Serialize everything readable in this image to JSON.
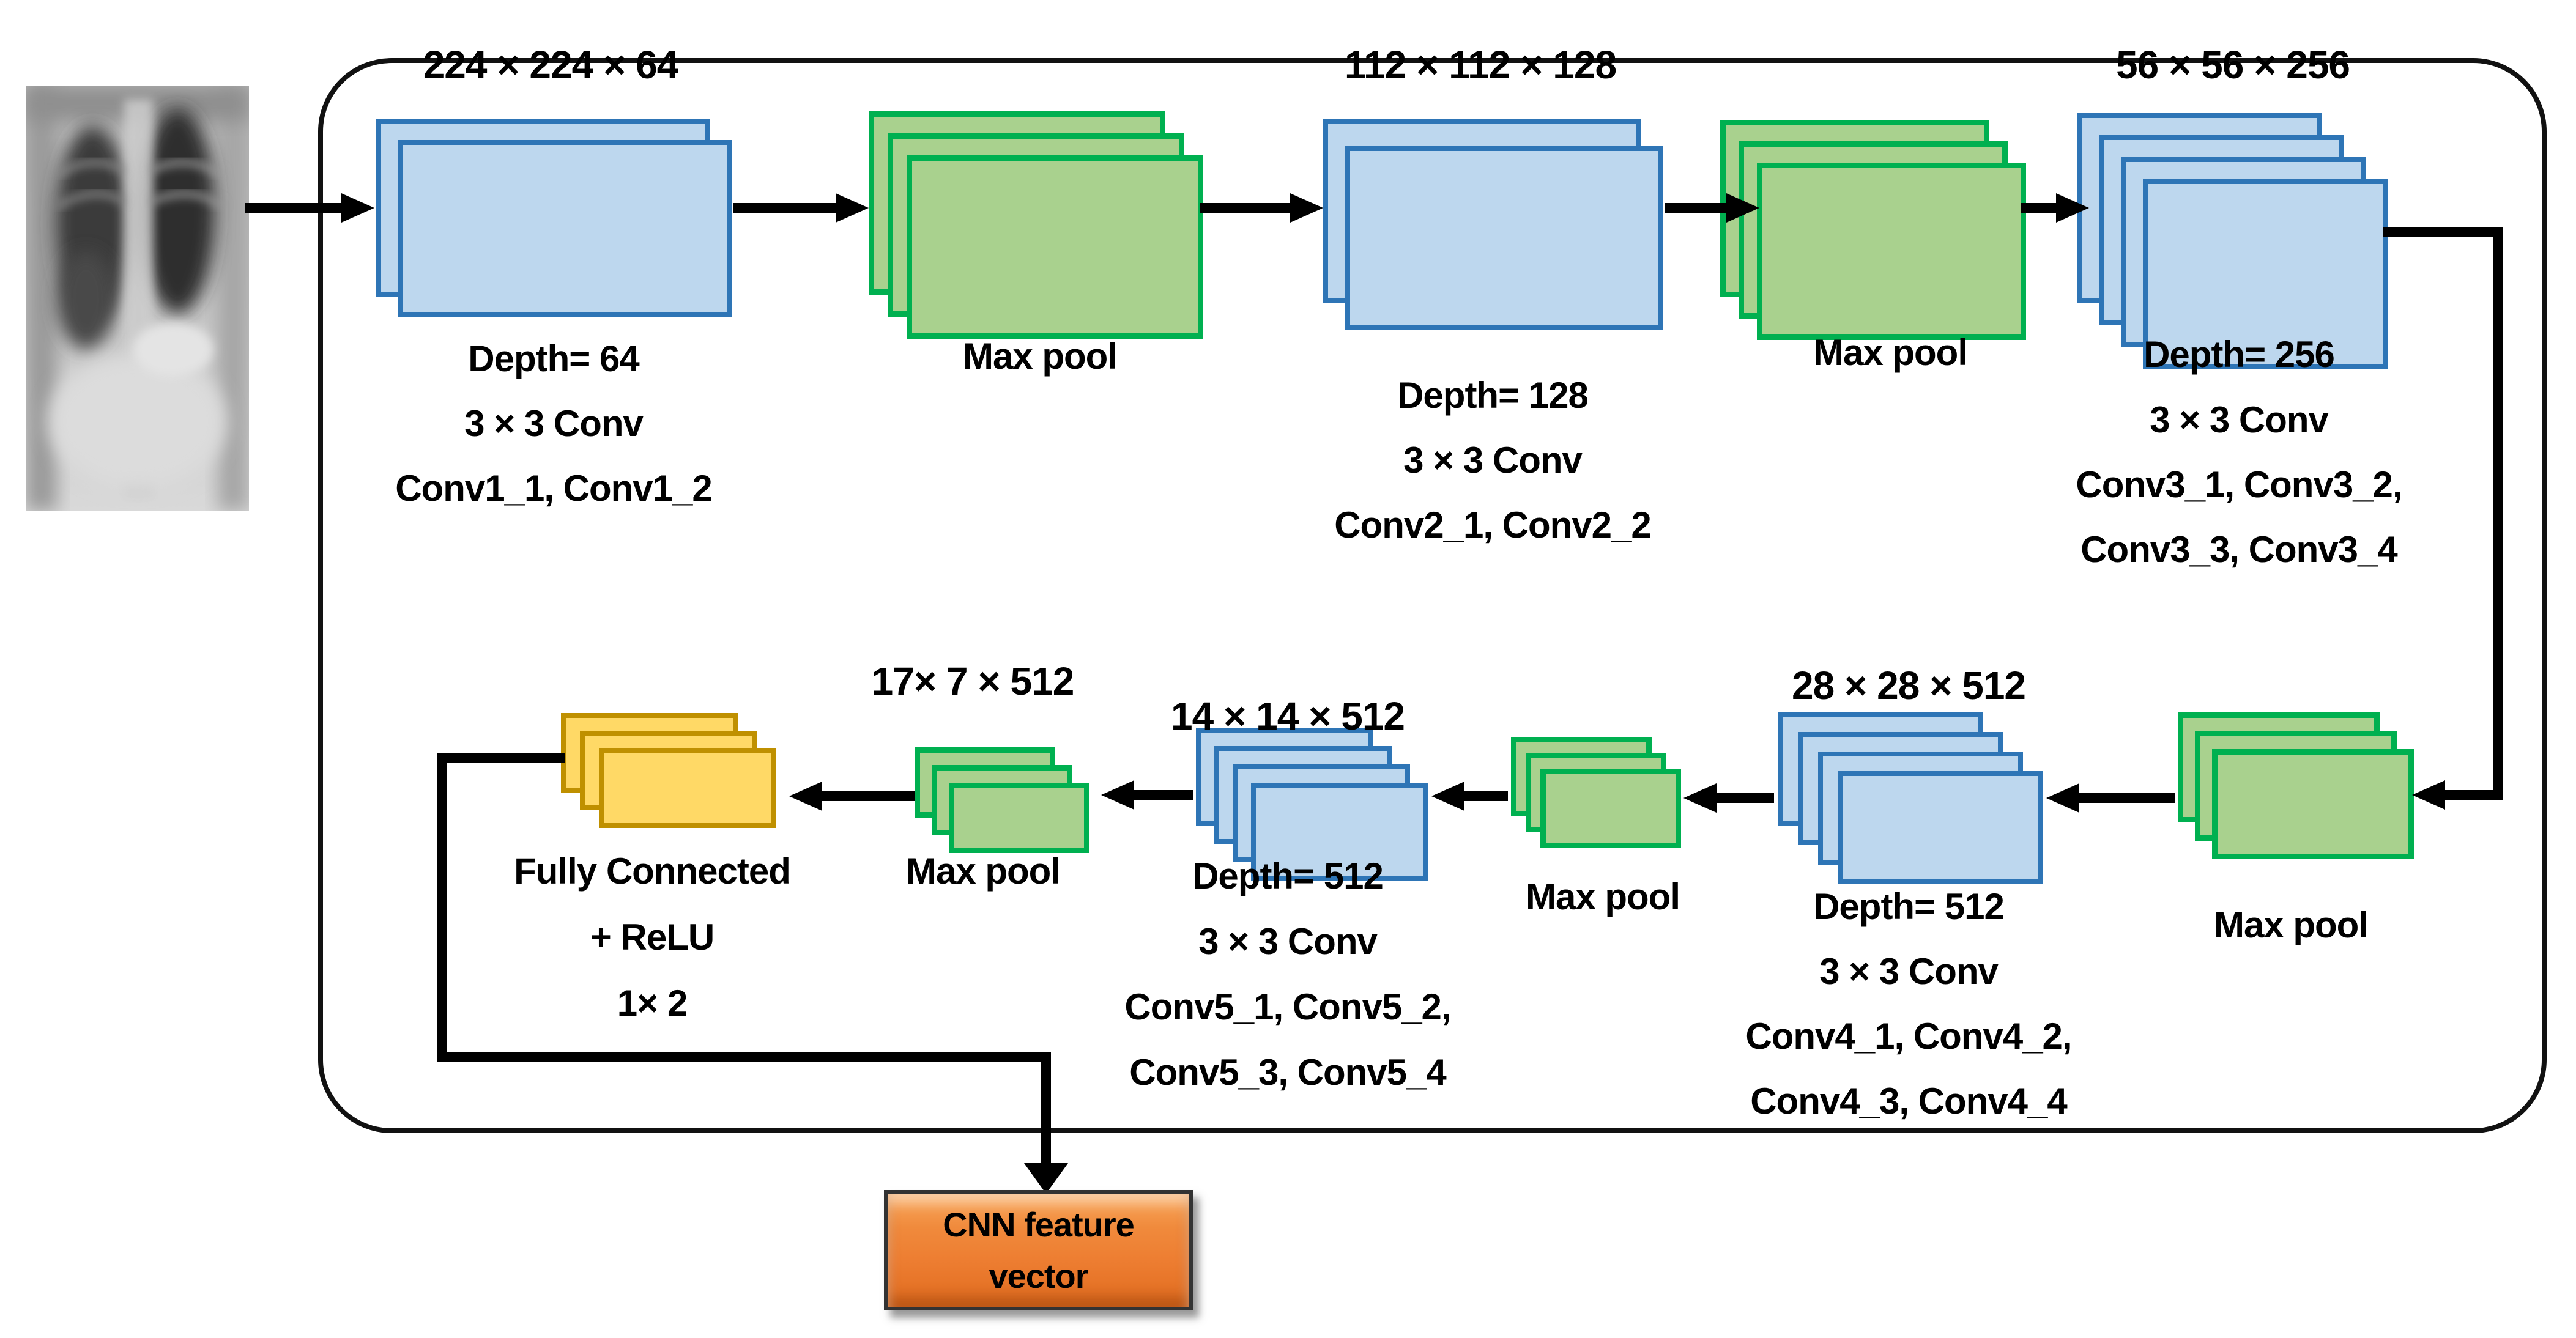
{
  "figure": {
    "input": {
      "alt": "chest x-ray input"
    },
    "blocks": {
      "conv1": {
        "dims": "224 × 224 × 64",
        "depth": "Depth= 64",
        "kernel": "3 × 3 Conv",
        "names": "Conv1_1, Conv1_2"
      },
      "pool1": {
        "label": "Max pool"
      },
      "conv2": {
        "dims": "112 × 112 × 128",
        "depth": "Depth= 128",
        "kernel": "3 × 3 Conv",
        "names": "Conv2_1, Conv2_2"
      },
      "pool2": {
        "label": "Max pool"
      },
      "conv3": {
        "dims": "56 × 56 × 256",
        "depth": "Depth= 256",
        "kernel": "3 × 3 Conv",
        "names1": "Conv3_1, Conv3_2,",
        "names2": "Conv3_3, Conv3_4"
      },
      "pool3": {
        "label": "Max pool"
      },
      "conv4": {
        "dims": "28 × 28 × 512",
        "depth": "Depth= 512",
        "kernel": "3 × 3 Conv",
        "names1": "Conv4_1, Conv4_2,",
        "names2": "Conv4_3, Conv4_4"
      },
      "pool4": {
        "label": "Max pool"
      },
      "conv5": {
        "dims": "14 × 14 × 512",
        "depth": "Depth= 512",
        "kernel": "3 × 3 Conv",
        "names1": "Conv5_1, Conv5_2,",
        "names2": "Conv5_3, Conv5_4"
      },
      "pool5": {
        "dims": "17× 7 × 512",
        "label": "Max pool"
      },
      "fc": {
        "line1": "Fully Connected",
        "line2": "+ ReLU",
        "line3": "1× 2"
      },
      "output": {
        "line1": "CNN feature",
        "line2": "vector"
      }
    },
    "colors": {
      "conv-fill": "#BDD7EE",
      "conv-border": "#2E75B6",
      "pool-fill": "#A9D18E",
      "pool-border": "#00B050",
      "fc-fill": "#FFD966",
      "fc-border": "#BF9000",
      "output-fill": "#ED7D31",
      "output-border": "#333333",
      "arrow": "#000000",
      "frame-border": "#111111"
    }
  }
}
